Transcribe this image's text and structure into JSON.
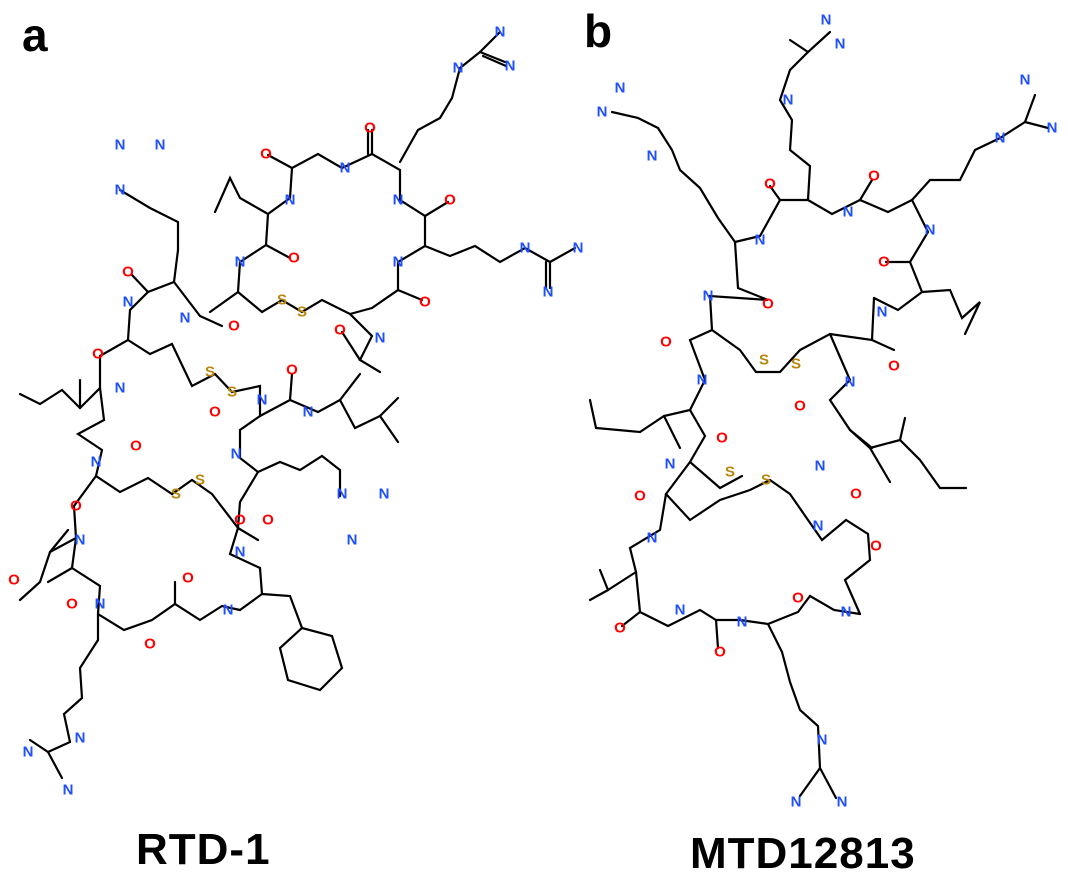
{
  "figure": {
    "panels": [
      {
        "label": "a",
        "caption": "RTD-1"
      },
      {
        "label": "b",
        "caption": "MTD12813"
      }
    ],
    "atom_colors": {
      "N": "#1f4fff",
      "O": "#ff0000",
      "S": "#b8860b",
      "C": "#000000"
    },
    "atom_symbols": {
      "N": "N",
      "O": "O",
      "S": "S"
    }
  }
}
